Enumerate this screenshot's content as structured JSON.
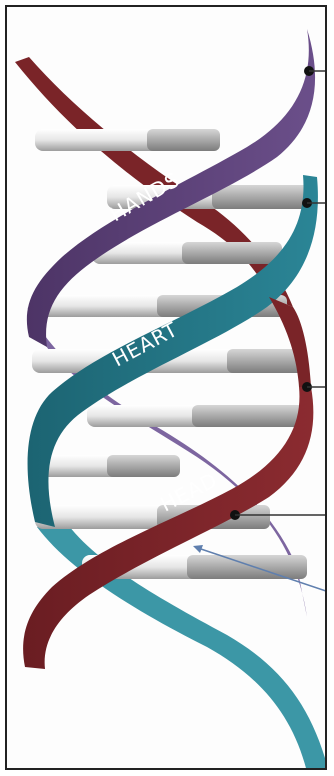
{
  "labels": {
    "hands": "HANDS",
    "heart": "HEART",
    "head": "HEAD"
  },
  "colors": {
    "hands_ribbon": "#5a3f78",
    "hands_light": "#9b86b6",
    "heart_ribbon": "#1f6f7c",
    "heart_light": "#5aa9b8",
    "head_ribbon": "#7a2428",
    "rung_light": "#f2f2f2",
    "rung_dark": "#a8a8a8",
    "pointer_line": "#333333",
    "arrow_blue": "#5f7fae",
    "frame_border": "#222222"
  },
  "icons": {
    "pointer_dot": "black-dot",
    "arrow": "arrow-icon"
  }
}
